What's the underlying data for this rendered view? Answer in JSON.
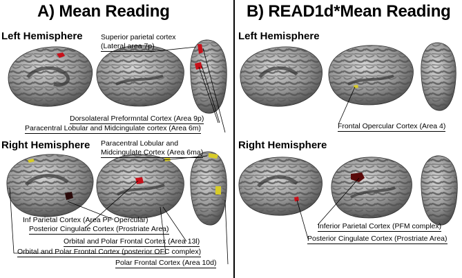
{
  "panels": {
    "a": {
      "title": "A) Mean Reading",
      "left_hemisphere": "Left Hemisphere",
      "right_hemisphere": "Right Hemisphere",
      "labels": {
        "sup_parietal_1": "Superior parietal cortex",
        "sup_parietal_2": "(Lateral area 7p)",
        "dlpfc": "Dorsolateral Preformntal Cortex (Area 9p)",
        "paracentral_6m": "Paracentral Lobular and Midcingulate cortex (Area 6m)",
        "paracentral_6ma_1": "Paracentral Lobular and",
        "paracentral_6ma_2": "Midcingulate Cortex (Area 6ma)",
        "inf_parietal": "Inf Parietal Cortex (Area PF Opercular)",
        "post_cingulate": "Posterior Cingulate Cortex (Prostriate Area)",
        "orbital_13l": "Orbital and Polar Frontal Cortex (Area 13l)",
        "orbital_ofc": "Orbital and Polar Frontal Cortex (posterior OFC complex)",
        "polar_10d": "Polar Frontal Cortex (Area 10d)"
      }
    },
    "b": {
      "title": "B) READ1d*Mean Reading",
      "left_hemisphere": "Left Hemisphere",
      "right_hemisphere": "Right Hemisphere",
      "labels": {
        "frontal_opercular": "Frontal Opercular Cortex (Area 4)",
        "inf_parietal_pfm": "Inferior Parietal Cortex (PFM complex)",
        "post_cingulate": "Posterior Cingulate Cortex (Prostriate Area)"
      }
    }
  },
  "colors": {
    "activation_red": "#c8101a",
    "activation_yellow": "#d8cc28",
    "brain_gray": "#8a8a8a",
    "sulcus_dark": "#4e4e4e"
  }
}
